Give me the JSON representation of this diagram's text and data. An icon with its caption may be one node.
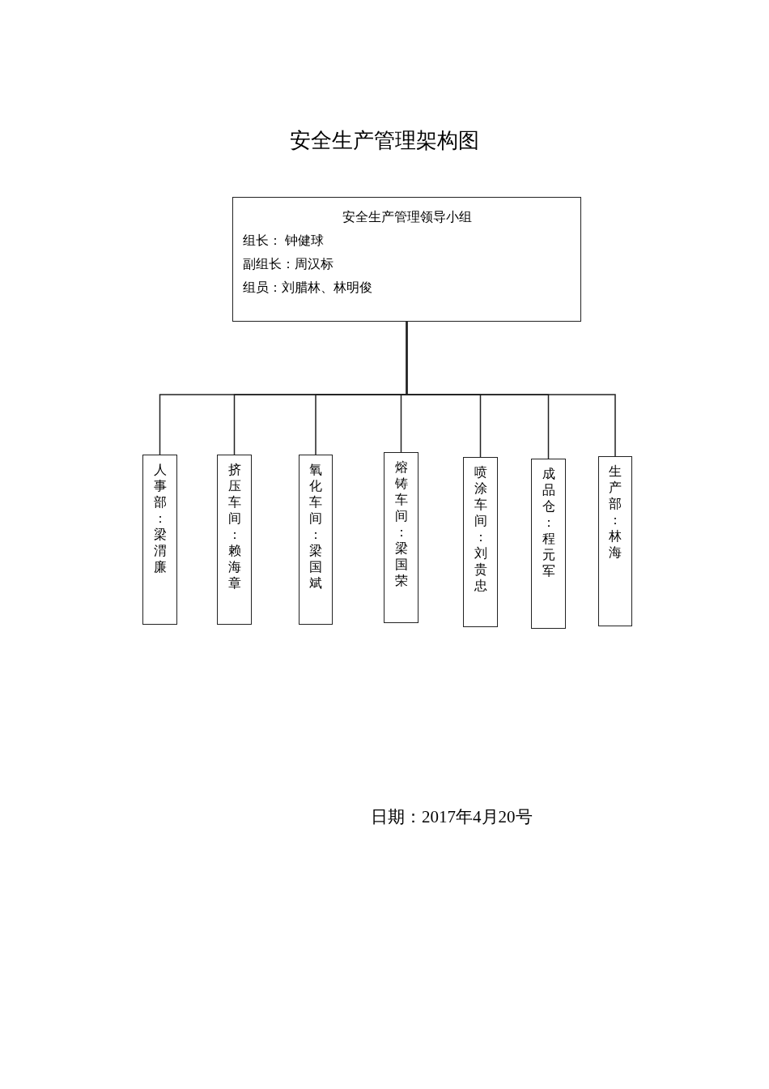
{
  "diagram": {
    "title": "安全生产管理架构图",
    "nodes": [
      {
        "text": [
          "安全生产管理领导小组",
          "组长： 钟健球",
          "副组长：周汉标",
          "组员：刘腊林、林明俊"
        ]
      },
      {
        "text": [
          "人事部：梁渭廉"
        ]
      },
      {
        "text": [
          "挤压车间：赖海章"
        ]
      },
      {
        "text": [
          "氧化车间：梁国斌"
        ]
      },
      {
        "text": [
          "熔铸车间：梁国荣"
        ]
      },
      {
        "text": [
          "喷涂车间：刘贵忠"
        ]
      },
      {
        "text": [
          "成品仓：程元军"
        ]
      },
      {
        "text": [
          "生产部：林海"
        ]
      }
    ],
    "edges": [
      {
        "from": 0,
        "to": 1,
        "arrow": "none"
      },
      {
        "from": 0,
        "to": 2,
        "arrow": "none"
      },
      {
        "from": 0,
        "to": 3,
        "arrow": "none"
      },
      {
        "from": 0,
        "to": 4,
        "arrow": "none"
      },
      {
        "from": 0,
        "to": 5,
        "arrow": "none"
      },
      {
        "from": 0,
        "to": 6,
        "arrow": "none"
      },
      {
        "from": 0,
        "to": 7,
        "arrow": "none"
      }
    ],
    "labels": [
      "日期：2017年4月20号"
    ]
  }
}
